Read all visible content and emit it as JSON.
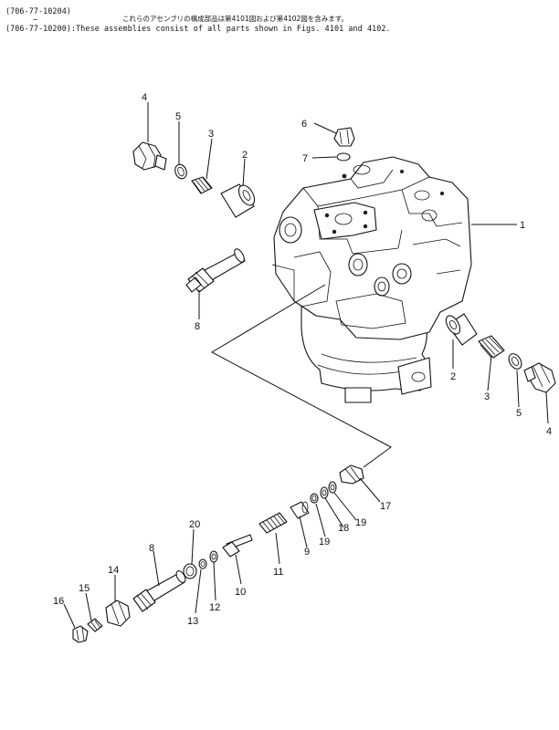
{
  "header": {
    "line1": "(706-77-10204)",
    "line2": "∼",
    "line3_prefix": "(706-77-10200):",
    "line3_text": "These assemblies consist of all parts shown in Figs. 4101 and 4102.",
    "japanese": "これらのアセンブリの構成部品は第4101図および第4102図を含みます。"
  },
  "callouts": {
    "c1": "1",
    "c2a": "2",
    "c2b": "2",
    "c3a": "3",
    "c3b": "3",
    "c4a": "4",
    "c4b": "4",
    "c5a": "5",
    "c5b": "5",
    "c6": "6",
    "c7": "7",
    "c8a": "8",
    "c8b": "8",
    "c9": "9",
    "c10": "10",
    "c11": "11",
    "c12": "12",
    "c13": "13",
    "c14": "14",
    "c15": "15",
    "c16": "16",
    "c17": "17",
    "c18": "18",
    "c19a": "19",
    "c19b": "19",
    "c20": "20"
  }
}
